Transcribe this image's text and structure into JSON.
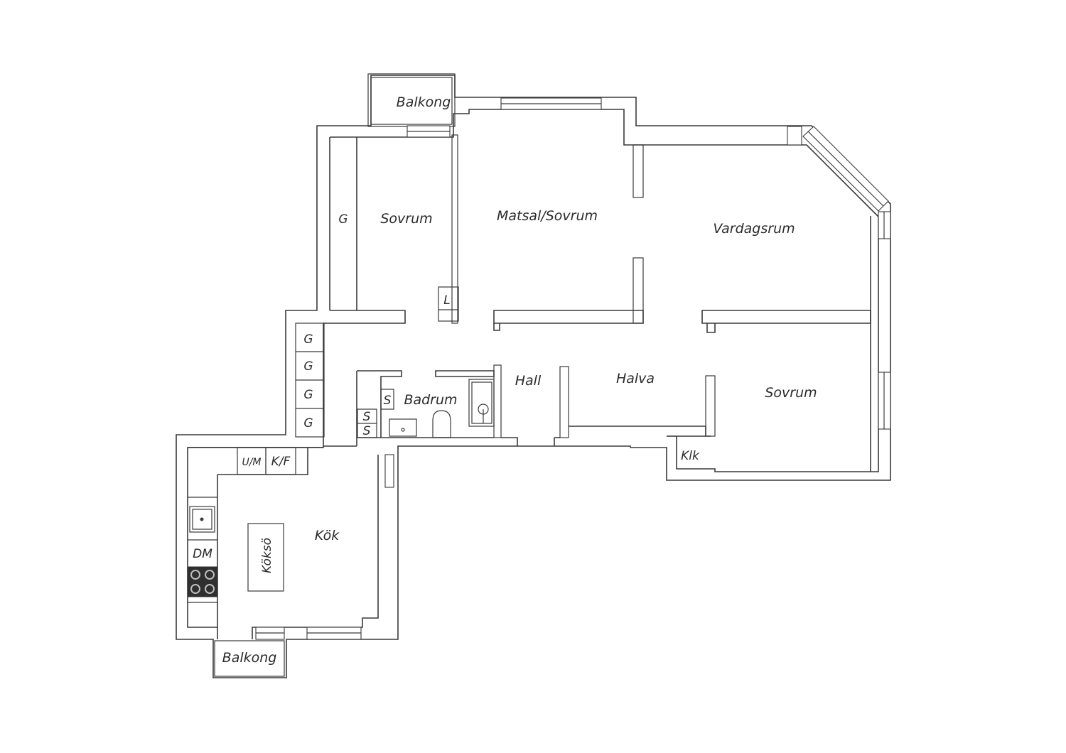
{
  "rooms": {
    "balkong_top": "Balkong",
    "sovrum_left": "Sovrum",
    "matsal": "Matsal/Sovrum",
    "vardagsrum": "Vardagsrum",
    "hall": "Hall",
    "halva": "Halva",
    "sovrum_right": "Sovrum",
    "badrum": "Badrum",
    "klk": "Klk",
    "kok": "Kök",
    "kokso": "Köksö",
    "balkong_bottom": "Balkong"
  },
  "fixtures": {
    "wardrobe_sovrum": "G",
    "linen": "L",
    "wardrobe_hall": [
      "G",
      "G",
      "G",
      "G"
    ],
    "cabinet_badrum": "S",
    "cabinets_badrum_low": [
      "S",
      "S"
    ],
    "um": "U/M",
    "kf": "K/F",
    "dm": "DM"
  }
}
